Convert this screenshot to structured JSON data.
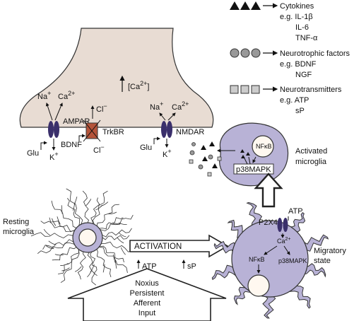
{
  "legend": {
    "cytokines": {
      "label": "Cytokines",
      "examples": [
        "e.g. IL-1β",
        "IL-6",
        "TNF-α"
      ]
    },
    "neurotrophic": {
      "label": "Neurotrophic factors",
      "examples": [
        "e.g. BDNF",
        "NGF"
      ]
    },
    "neurotransmitters": {
      "label": "Neurotransmitters",
      "examples": [
        "e.g. ATP",
        "sP"
      ]
    }
  },
  "neuron": {
    "ca_label": "[Ca",
    "ca_sup": "2+",
    "ca_close": "]",
    "ampar": {
      "label": "AMPAR",
      "na": "Na",
      "na_sup": "+",
      "ca": "Ca",
      "ca_sup": "2+",
      "k": "K",
      "k_sup": "+",
      "ligand": "Glu"
    },
    "trkbr": {
      "label": "TrkBR",
      "cl_in": "Cl",
      "cl_in_sup": "−",
      "cl_out": "Cl",
      "cl_out_sup": "−",
      "ligand": "BDNF"
    },
    "nmdar": {
      "label": "NMDAR",
      "na": "Na",
      "na_sup": "+",
      "ca": "Ca",
      "ca_sup": "2+",
      "k": "K",
      "k_sup": "+",
      "ligand": "Glu"
    }
  },
  "activated_microglia": {
    "label_line1": "Activated",
    "label_line2": "microglia",
    "nfkb": "NFκB",
    "p38": "p38MAPK"
  },
  "resting_microglia": {
    "label_line1": "Resting",
    "label_line2": "microglia"
  },
  "activation": {
    "label": "ACTIVATION",
    "atp": "ATP",
    "sp": "sP"
  },
  "input": {
    "lines": [
      "Noxius",
      "Persistent",
      "Afferent",
      "Input"
    ]
  },
  "migratory": {
    "label_line1": "Migratory",
    "label_line2": "state",
    "atp": "ATP",
    "p2x4": "P2X4",
    "ca": "Ca",
    "ca_sup": "2+",
    "nfkb": "NFκB",
    "p38": "p38MAPK"
  },
  "colors": {
    "cell_fill": "#b8b2d6",
    "neuron_fill": "#e8dcd3",
    "receptor": "#3a2f6b",
    "trkb": "#b5543a"
  }
}
